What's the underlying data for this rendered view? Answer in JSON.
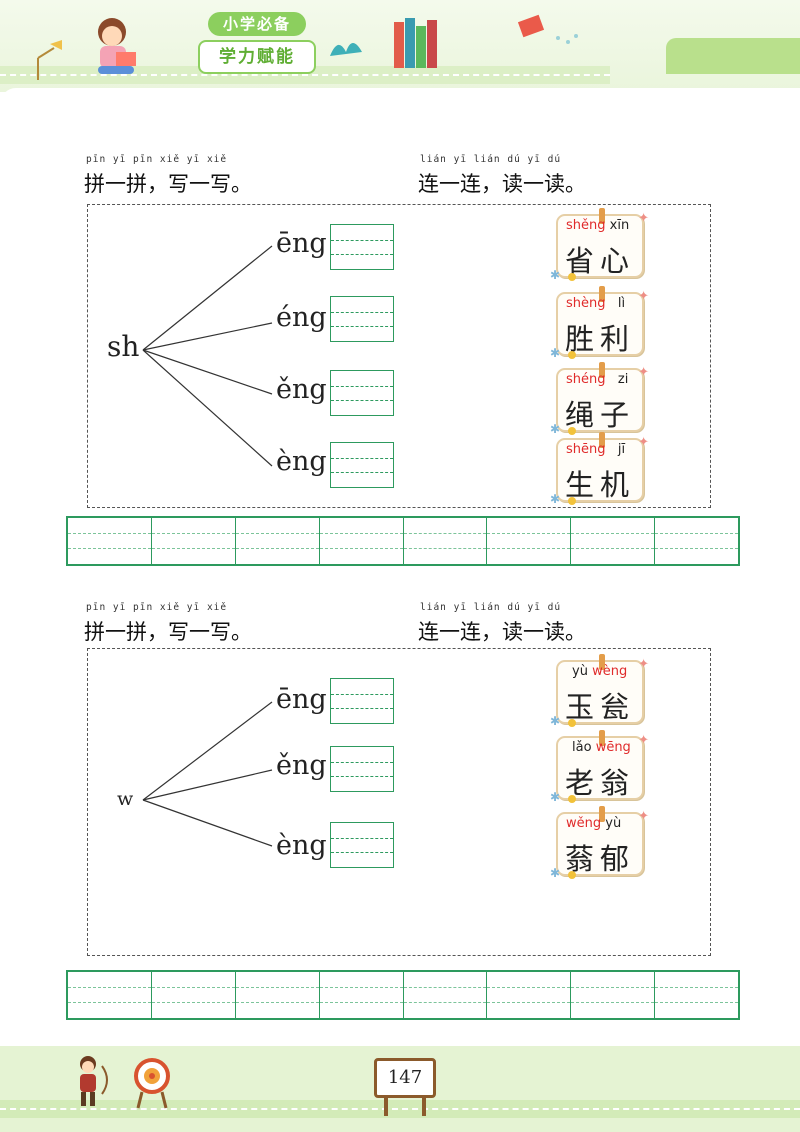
{
  "header": {
    "brand_line1": "小学必备",
    "brand_line2": "学力赋能"
  },
  "sections": [
    {
      "instr_left_pinyin": "pīn yī pīn   xiě yī xiě",
      "instr_left": "拼一拼，写一写。",
      "instr_right_pinyin": "lián yī lián   dú yī dú",
      "instr_right": "连一连，读一读。",
      "initial": "sh",
      "finals": [
        "ēng",
        "éng",
        "ěng",
        "èng"
      ],
      "cards": [
        {
          "py1": "shěng",
          "py2": "xīn",
          "hz": "省心"
        },
        {
          "py1": "shèng",
          "py2": "lì",
          "hz": "胜利"
        },
        {
          "py1": "shéng",
          "py2": "zi",
          "hz": "绳子"
        },
        {
          "py1": "shēng",
          "py2": "jī",
          "hz": "生机"
        }
      ]
    },
    {
      "instr_left_pinyin": "pīn yī pīn   xiě yī xiě",
      "instr_left": "拼一拼，写一写。",
      "instr_right_pinyin": "lián yī lián   dú yī dú",
      "instr_right": "连一连，读一读。",
      "initial": "w",
      "finals": [
        "ēng",
        "ěng",
        "èng"
      ],
      "cards": [
        {
          "py1": "yù",
          "py2": "wèng",
          "hz": "玉瓮"
        },
        {
          "py1": "lǎo",
          "py2": "wēng",
          "hz": "老翁"
        },
        {
          "py1": "wěng",
          "py2": "yù",
          "hz": "蓊郁"
        }
      ]
    }
  ],
  "page_number": "147",
  "colors": {
    "green": "#2d9a5e",
    "pinyin_red": "#e02b2b",
    "band": "#e5f3d3"
  }
}
